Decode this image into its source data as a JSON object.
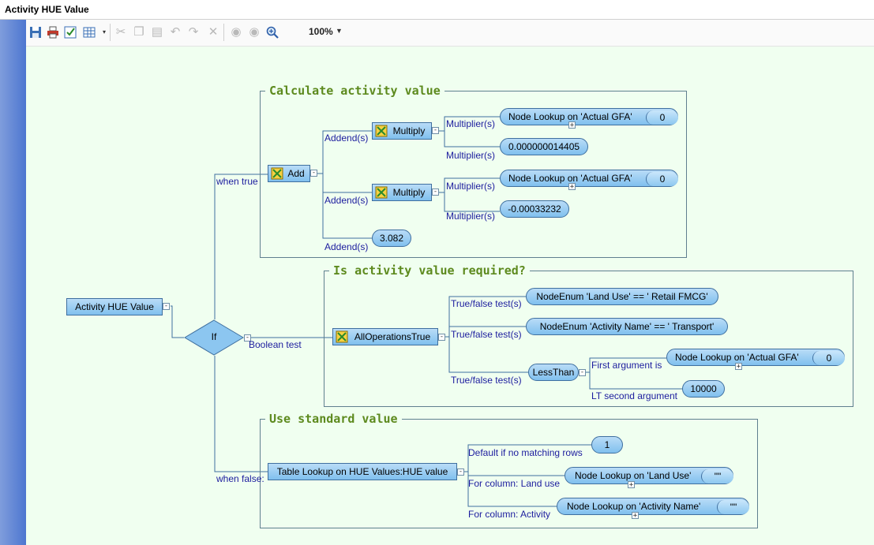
{
  "window": {
    "title": "Activity HUE Value"
  },
  "toolbar": {
    "zoom_label": "100%",
    "icons": [
      "save-icon",
      "print-icon",
      "validate-icon",
      "table-view-icon",
      "cut-icon",
      "copy-icon",
      "paste-icon",
      "undo-icon",
      "redo-icon",
      "delete-icon",
      "collapse-icon",
      "expand-icon",
      "zoom-icon"
    ]
  },
  "diagram": {
    "root": {
      "label": "Activity HUE Value"
    },
    "if_node": {
      "label": "If"
    },
    "edges": {
      "when_true": "when true",
      "when_false": "when false:",
      "boolean_test": "Boolean test"
    },
    "calc_group": {
      "title": "Calculate activity value",
      "add": "Add",
      "addend": "Addend(s)",
      "multiply": "Multiply",
      "multiplier": "Multiplier(s)",
      "lookup_gfa": "Node Lookup on 'Actual GFA'",
      "lookup_value": "0",
      "const1": "0.000000014405",
      "const2": "-0.00033232",
      "const3": "3.082"
    },
    "req_group": {
      "title": "Is activity value required?",
      "all_ops": "AllOperationsTrue",
      "tf_test": "True/false test(s)",
      "enum_land_use": "NodeEnum 'Land Use' == ' Retail FMCG'",
      "enum_activity": "NodeEnum 'Activity Name' == ' Transport'",
      "less_than": "LessThan",
      "first_arg": "First argument is",
      "lt_second": "LT second argument",
      "lookup_gfa": "Node Lookup on 'Actual GFA'",
      "lookup_value": "0",
      "threshold": "10000"
    },
    "std_group": {
      "title": "Use standard value",
      "table_lookup": "Table Lookup on HUE Values:HUE value",
      "default_label": "Default if no matching rows",
      "default_value": "1",
      "col_land_use": "For column: Land use",
      "lookup_land_use": "Node Lookup on 'Land Use'",
      "col_activity": "For column: Activity",
      "lookup_activity": "Node Lookup on 'Activity Name'",
      "empty_value": "\"\""
    }
  },
  "colors": {
    "canvas": "#f0fff0",
    "node_fill": "#8cc6f0",
    "edge_label": "#1c1c9e",
    "group_title": "#5d8a1e"
  }
}
